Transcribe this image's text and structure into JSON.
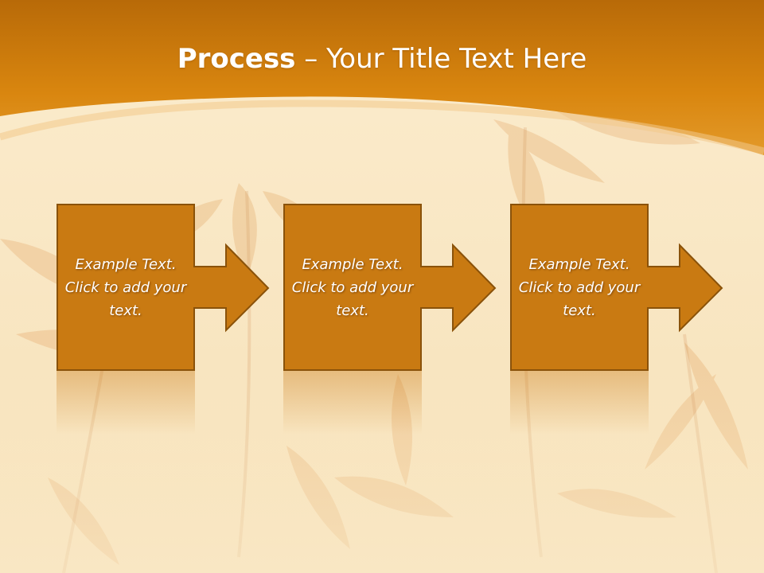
{
  "slide": {
    "title_bold": "Process",
    "title_rest": " – Your Title Text Here",
    "colors": {
      "banner": "#d9860f",
      "box_fill": "#c97a12",
      "box_border": "#8a520a",
      "text": "#ffffff"
    }
  },
  "steps": [
    {
      "text": "Example Text. Click  to add your text."
    },
    {
      "text": "Example Text. Click  to add your text."
    },
    {
      "text": "Example Text. Click  to add your text."
    }
  ]
}
